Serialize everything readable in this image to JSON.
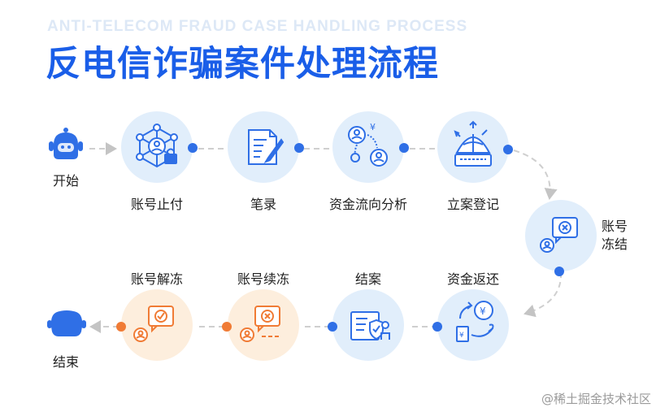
{
  "header": {
    "subtitle": "ANTI-TELECOM FRAUD CASE HANDLING PROCESS",
    "title": "反电信诈骗案件处理流程"
  },
  "steps": {
    "start": "开始",
    "account_stop_payment": "账号止付",
    "record": "笔录",
    "fund_flow_analysis": "资金流向分析",
    "case_registration": "立案登记",
    "account_freeze_line1": "账号",
    "account_freeze_line2": "冻结",
    "fund_return": "资金返还",
    "case_closed": "结案",
    "account_continue_freeze": "账号续冻",
    "account_unfreeze": "账号解冻",
    "end": "结束"
  },
  "colors": {
    "title_blue": "#1a5ee8",
    "active_circle": "#e1eefb",
    "pending_circle": "#fdeedd",
    "blue_dot": "#2f6fe6",
    "orange_dot": "#f07b35",
    "connector": "#c9c9c9"
  },
  "watermark": "@稀土掘金技术社区"
}
